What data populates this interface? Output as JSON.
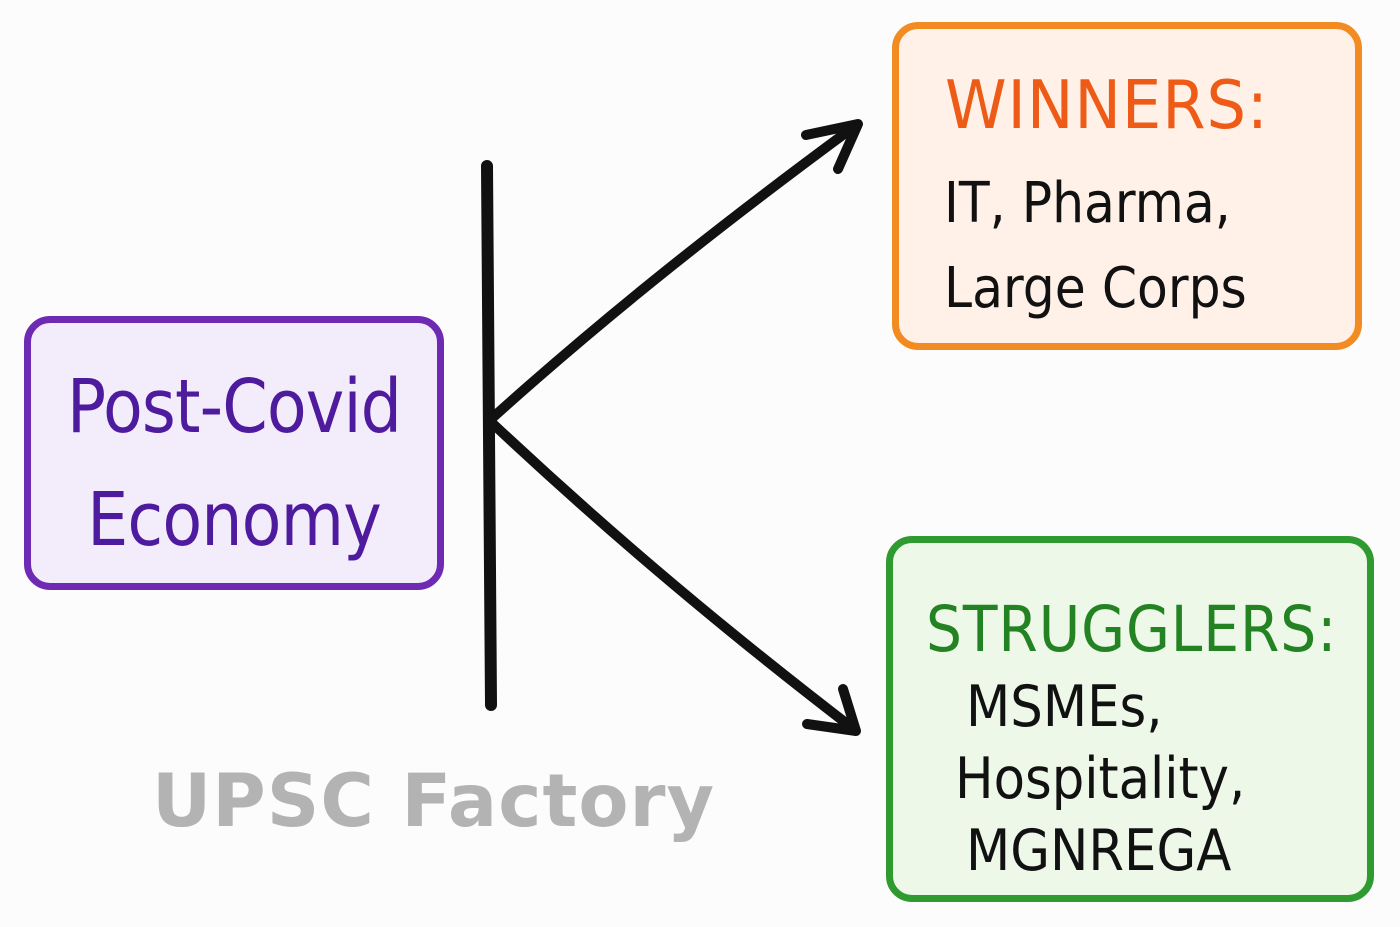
{
  "diagram": {
    "source": {
      "line1": "Post-Covid",
      "line2": "Economy"
    },
    "winners": {
      "title": "WINNERS:",
      "items": [
        "IT, Pharma,",
        "Large Corps"
      ]
    },
    "strugglers": {
      "title": "STRUGGLERS:",
      "items": [
        "MSMEs,",
        "Hospitality,",
        "MGNREGA"
      ]
    }
  },
  "watermark": "UPSC Factory",
  "colors": {
    "source_fill": "#f3edfb",
    "source_border": "#6e2ab3",
    "source_text": "#4e1b9e",
    "winners_fill": "#fff1e7",
    "winners_border": "#f28b22",
    "winners_title": "#ee5b16",
    "strugglers_fill": "#edf8e9",
    "strugglers_border": "#2f9a2f",
    "strugglers_title": "#238323",
    "watermark": "#b3b3b3"
  }
}
